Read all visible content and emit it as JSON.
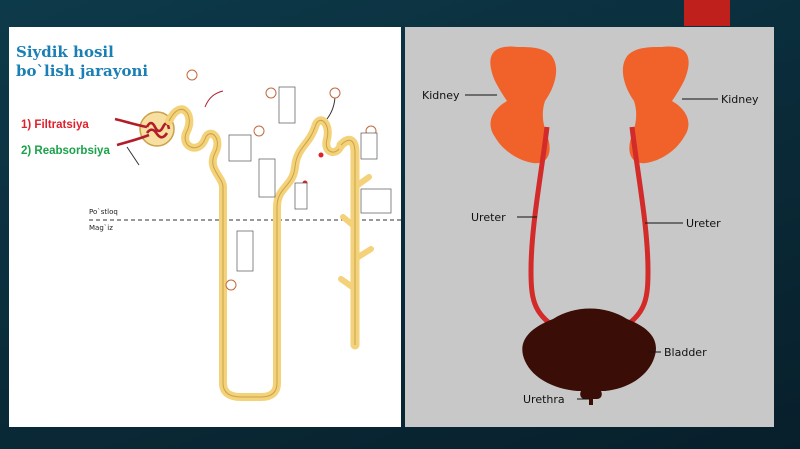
{
  "slide": {
    "accent_color": "#c0201c"
  },
  "left_panel": {
    "title_line1": "Siydik hosil",
    "title_line2": "bo`lish jarayoni",
    "step1": "1) Filtratsiya",
    "step2": "2) Reabsorbsiya",
    "zone_cortex": "Po`stloq",
    "zone_medulla": "Mag`iz",
    "colors": {
      "title": "#1a7fb5",
      "step1": "#e0202a",
      "step2": "#1aa34a",
      "tubule": "#f3d27a"
    }
  },
  "right_panel": {
    "labels": {
      "kidney_left": "Kidney",
      "kidney_right": "Kidney",
      "ureter_left": "Ureter",
      "ureter_right": "Ureter",
      "bladder": "Bladder",
      "urethra": "Urethra"
    },
    "colors": {
      "kidney": "#f0622a",
      "ureter": "#d32a2a",
      "bladder": "#3a0e06",
      "background": "#c8c8c8"
    }
  }
}
